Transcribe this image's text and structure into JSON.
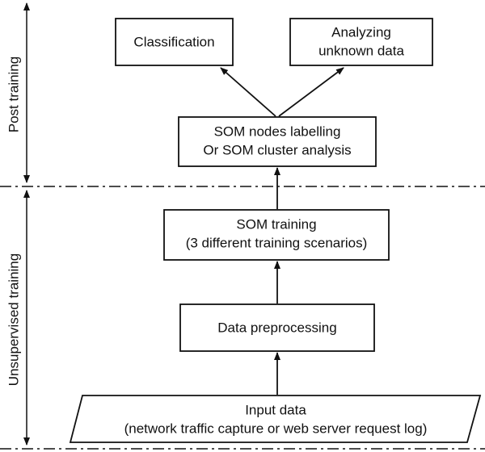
{
  "sections": {
    "post_training": "Post training",
    "unsupervised_training": "Unsupervised training"
  },
  "boxes": {
    "classification": [
      "Classification"
    ],
    "analyzing": [
      "Analyzing",
      "unknown data"
    ],
    "labelling": [
      "SOM nodes labelling",
      "Or SOM cluster analysis"
    ],
    "som_training": [
      "SOM training",
      "(3 different training scenarios)"
    ],
    "preprocessing": [
      "Data preprocessing"
    ],
    "input": [
      "Input data",
      "(network traffic capture or web server request log)"
    ]
  }
}
